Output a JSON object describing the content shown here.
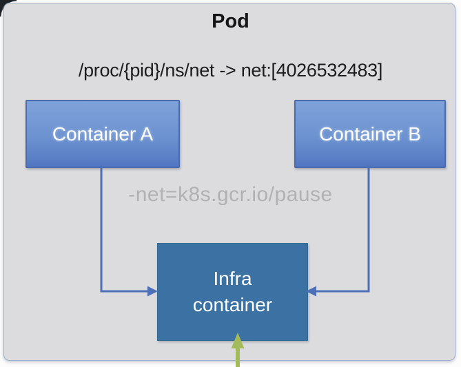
{
  "pod": {
    "title": "Pod",
    "namespace_text": "/proc/{pid}/ns/net -> net:[4026532483]"
  },
  "container_a": {
    "label": "Container A"
  },
  "container_b": {
    "label": "Container B"
  },
  "pause_label": "-net=k8s.gcr.io/pause",
  "infra_container": {
    "label": "Infra\ncontainer"
  },
  "colors": {
    "pod_fill": "#dcdcde",
    "pod_border": "#9fb0c9",
    "container_gradient_top": "#7fa2da",
    "container_gradient_bottom": "#5277c2",
    "container_border": "#4a6cae",
    "infra_fill": "#3c72a3",
    "connector_blue": "#4d6fb8",
    "network_arrow_green": "#a4bb5c",
    "muted_text": "#b1b1b3",
    "title_text": "#151517"
  }
}
